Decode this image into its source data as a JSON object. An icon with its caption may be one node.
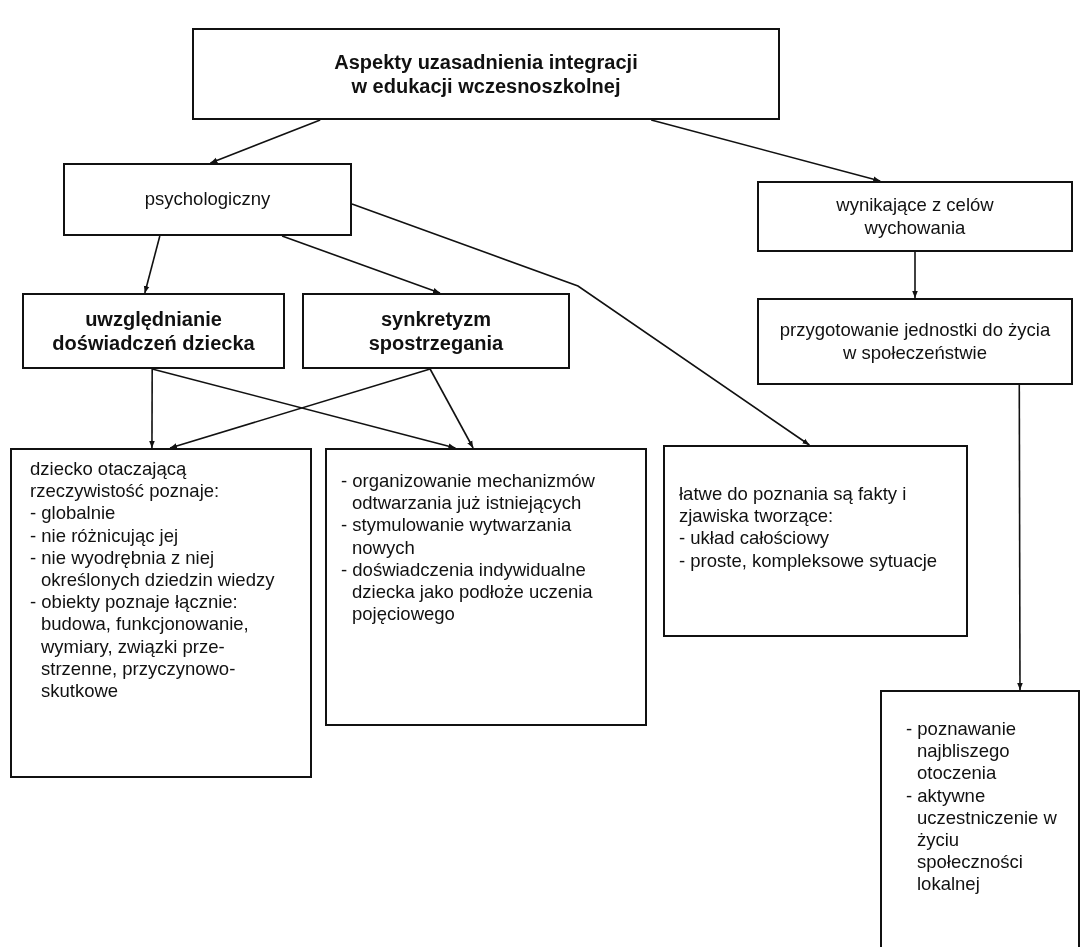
{
  "diagram": {
    "nodes": [
      {
        "text": [
          "Aspekty uzasadnienia integracji w edukacji wczesnoszkolnej"
        ]
      },
      {
        "text": [
          "psychologiczny"
        ]
      },
      {
        "text": [
          "wynikające z celów wychowania"
        ]
      },
      {
        "text": [
          "uwzględnianie doświadczeń dziecka"
        ]
      },
      {
        "text": [
          "synkretyzm spostrzegania"
        ]
      },
      {
        "text": [
          "przygotowanie jednostki do życia w społeczeństwie"
        ]
      },
      {
        "text": [
          "dziecko otaczającą rzeczywistość poznaje:",
          "- globalnie",
          "- nie różnicując jej",
          "- nie wyodrębnia z niej określonych dziedzin wiedzy",
          "- obiekty poznaje łącznie: budowa, funkcjonowanie, wymiary, związki prze- strzenne, przyczynowo- skutkowe"
        ]
      },
      {
        "text": [
          "- organizowanie mechanizmów odtwarzania już istniejących",
          "- stymulowanie wytwarzania nowych",
          "- doświadczenia indywidualne dziecka jako podłoże uczenia pojęciowego"
        ]
      },
      {
        "text": [
          "łatwe do poznania są fakty i zjawiska tworzące:",
          "- układ całościowy",
          "- proste, kompleksowe sytuacje"
        ]
      },
      {
        "text": [
          "- poznawanie najbliszego otoczenia",
          "- aktywne uczestniczenie w życiu społeczności lokalnej"
        ]
      }
    ],
    "edges": [
      {
        "from": 0,
        "to": 1,
        "arrow": "to"
      },
      {
        "from": 0,
        "to": 2,
        "arrow": "to"
      },
      {
        "from": 1,
        "to": 3,
        "arrow": "to"
      },
      {
        "from": 1,
        "to": 4,
        "arrow": "to"
      },
      {
        "from": 1,
        "to": 8,
        "arrow": "to"
      },
      {
        "from": 2,
        "to": 5,
        "arrow": "to"
      },
      {
        "from": 3,
        "to": 6,
        "arrow": "to"
      },
      {
        "from": 3,
        "to": 7,
        "arrow": "to"
      },
      {
        "from": 4,
        "to": 6,
        "arrow": "to"
      },
      {
        "from": 4,
        "to": 7,
        "arrow": "to"
      },
      {
        "from": 5,
        "to": 9,
        "arrow": "to"
      }
    ]
  }
}
